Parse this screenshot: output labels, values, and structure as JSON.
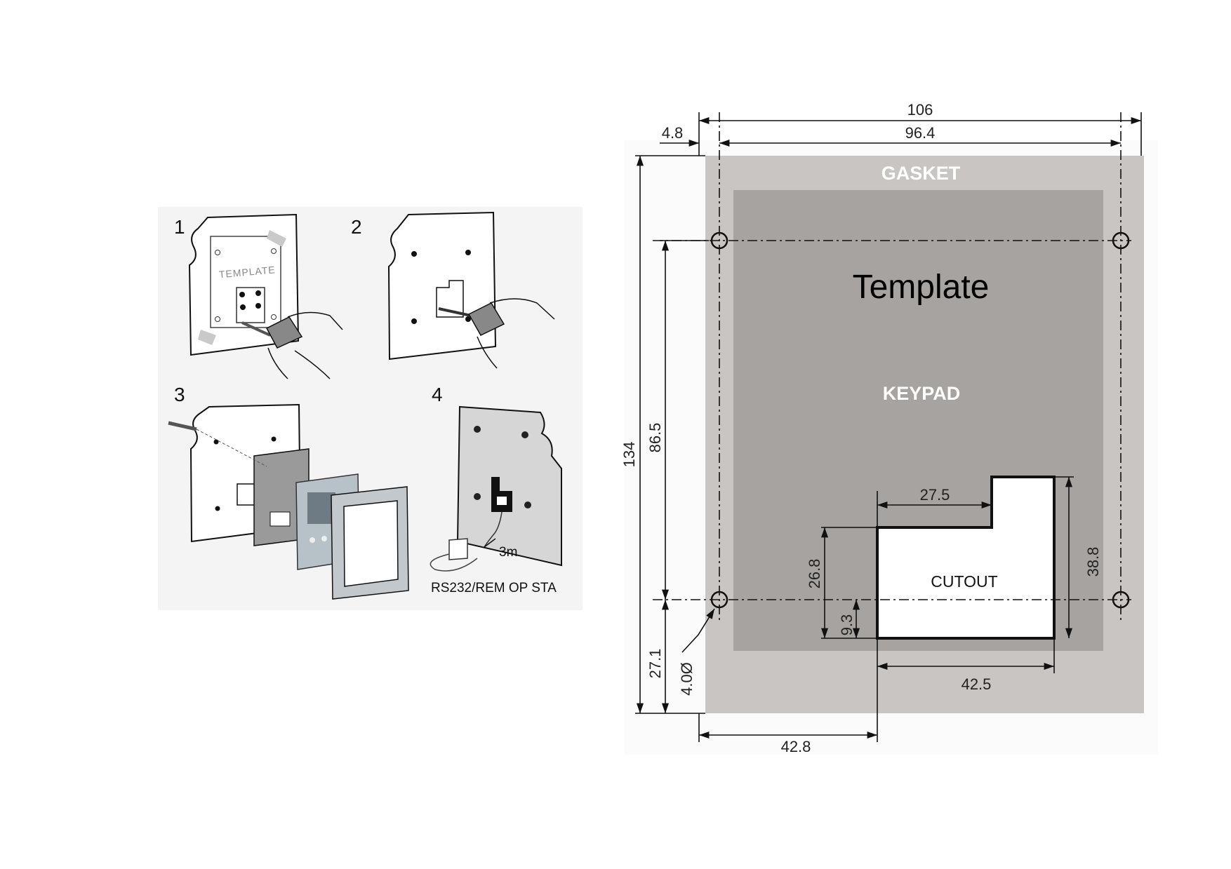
{
  "steps": {
    "s1": "1",
    "s2": "2",
    "s3": "3",
    "s4": "4"
  },
  "illustration": {
    "template_text": "TEMPLATE",
    "cable_length": "3m",
    "connector_label": "RS232/REM OP STA"
  },
  "drawing": {
    "gasket_label": "GASKET",
    "template_label": "Template",
    "keypad_label": "KEYPAD",
    "cutout_label": "CUTOUT",
    "dims": {
      "overall_width": "106",
      "hole_spacing_width": "96.4",
      "hole_offset": "4.8",
      "overall_height": "134",
      "hole_spacing_height": "86.5",
      "hole_to_bottom": "27.1",
      "hole_diameter": "4.0Ø",
      "cutout_top_width": "27.5",
      "cutout_left_height": "26.8",
      "cutout_below_hole": "9.3",
      "cutout_right_height": "38.8",
      "cutout_bottom_width": "42.5",
      "cutout_left_offset": "42.8"
    }
  },
  "colors": {
    "gasket": "#c8c5c2",
    "keypad": "#a6a3a0",
    "cutout": "#ffffff",
    "line": "#111111"
  }
}
